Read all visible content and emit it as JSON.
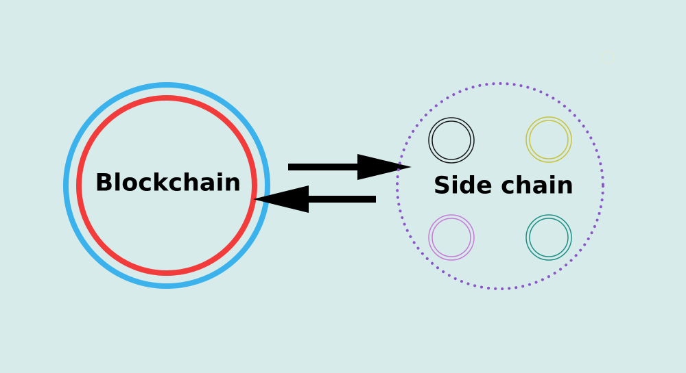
{
  "blockchain": {
    "label": "Blockchain",
    "outer_ring_color": "#3bb2ec",
    "inner_ring_color": "#f23c3c"
  },
  "sidechain": {
    "label": "Side chain",
    "boundary_color": "#8a55c9",
    "node_colors": [
      "#1a1a1a",
      "#c7c23a",
      "#c77ad8",
      "#1c8f86"
    ]
  },
  "arrows": {
    "color": "#000000",
    "to_sidechain": "blockchain-to-sidechain",
    "to_blockchain": "sidechain-to-blockchain"
  },
  "background_color": "#d7ecea"
}
